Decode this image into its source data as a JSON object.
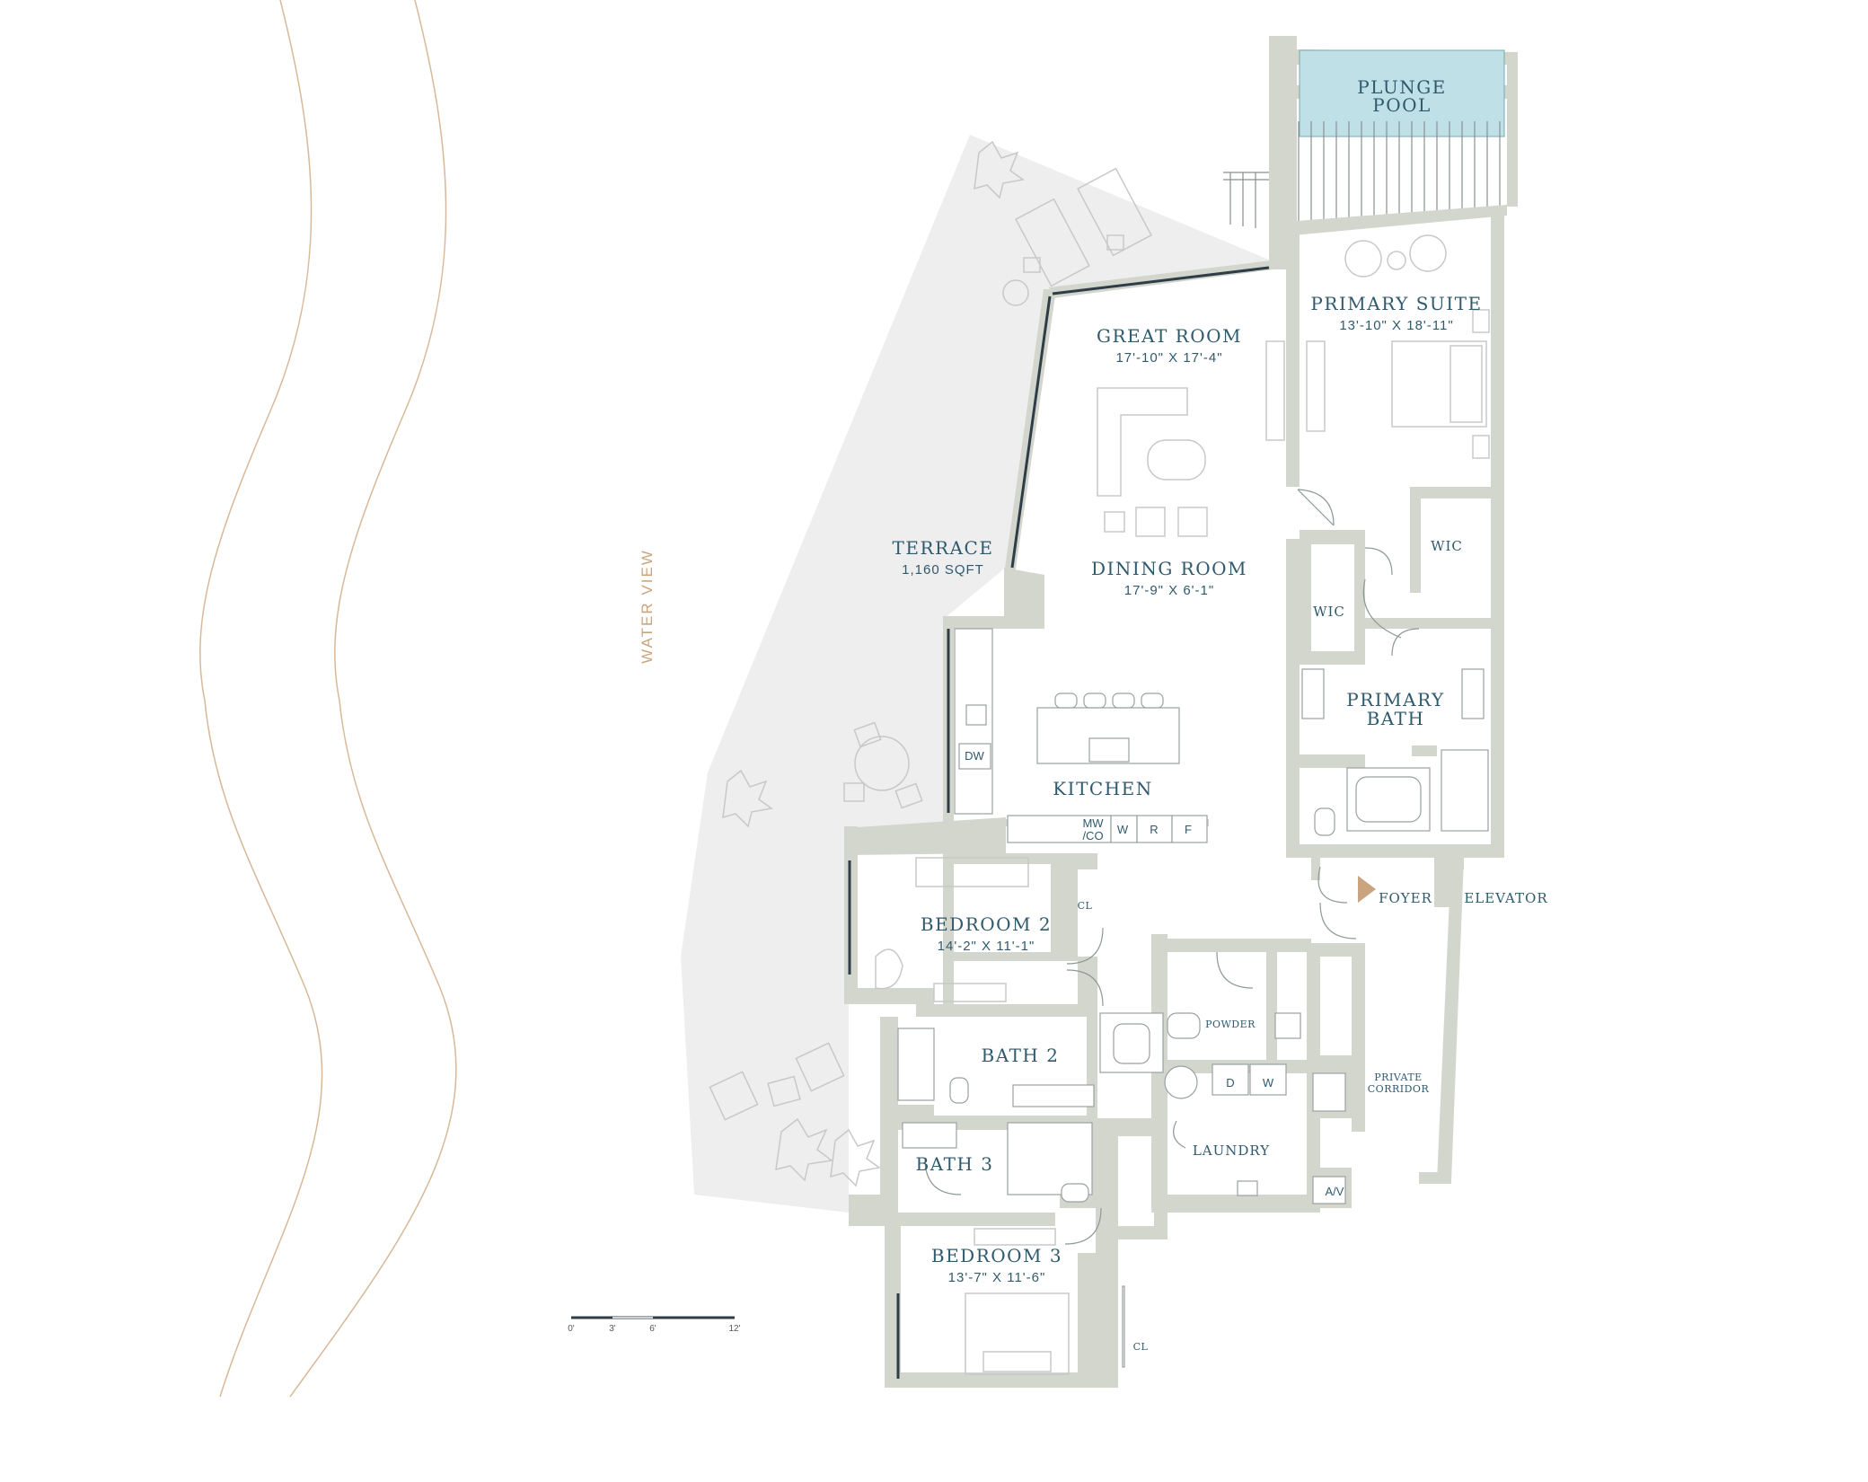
{
  "plan": {
    "rooms": {
      "plunge_pool": {
        "line1": "PLUNGE",
        "line2": "POOL"
      },
      "primary_suite": {
        "name": "PRIMARY SUITE",
        "dims": "13'-10\" X 18'-11\""
      },
      "great_room": {
        "name": "GREAT ROOM",
        "dims": "17'-10\" X 17'-4\""
      },
      "terrace": {
        "name": "TERRACE",
        "area": "1,160 SQFT"
      },
      "dining_room": {
        "name": "DINING ROOM",
        "dims": "17'-9\" X 6'-1\""
      },
      "wic_right": {
        "name": "WIC"
      },
      "wic_left": {
        "name": "WIC"
      },
      "primary_bath": {
        "line1": "PRIMARY",
        "line2": "BATH"
      },
      "kitchen": {
        "name": "KITCHEN"
      },
      "foyer": {
        "name": "FOYER"
      },
      "elevator": {
        "name": "ELEVATOR"
      },
      "bedroom_2": {
        "name": "BEDROOM 2",
        "dims": "14'-2\" X 11'-1\""
      },
      "closet_2": {
        "name": "CL"
      },
      "powder": {
        "name": "POWDER"
      },
      "bath_2": {
        "name": "BATH 2"
      },
      "private_corridor": {
        "line1": "PRIVATE",
        "line2": "CORRIDOR"
      },
      "laundry": {
        "name": "LAUNDRY"
      },
      "av": {
        "name": "A/V"
      },
      "bath_3": {
        "name": "BATH 3"
      },
      "bedroom_3": {
        "name": "BEDROOM 3",
        "dims": "13'-7\" X 11'-6\""
      },
      "closet_3": {
        "name": "CL"
      }
    },
    "appliances": {
      "dishwasher": "DW",
      "microwave_line1": "MW",
      "microwave_line2": "/CO",
      "wine": "W",
      "refrigerator": "R",
      "freezer": "F",
      "dryer": "D",
      "washer": "W"
    },
    "water_view": "WATER VIEW",
    "scale": {
      "t0": "0'",
      "t1": "3'",
      "t2": "6'",
      "t3": "12'"
    },
    "colors": {
      "label": "#2f5a6e",
      "wall": "#d3d6cc",
      "terrace": "#eeeeee",
      "pool": "#bfe0e6",
      "water_lines": "#d8b898",
      "entry_arrow": "#c9a47e"
    }
  }
}
